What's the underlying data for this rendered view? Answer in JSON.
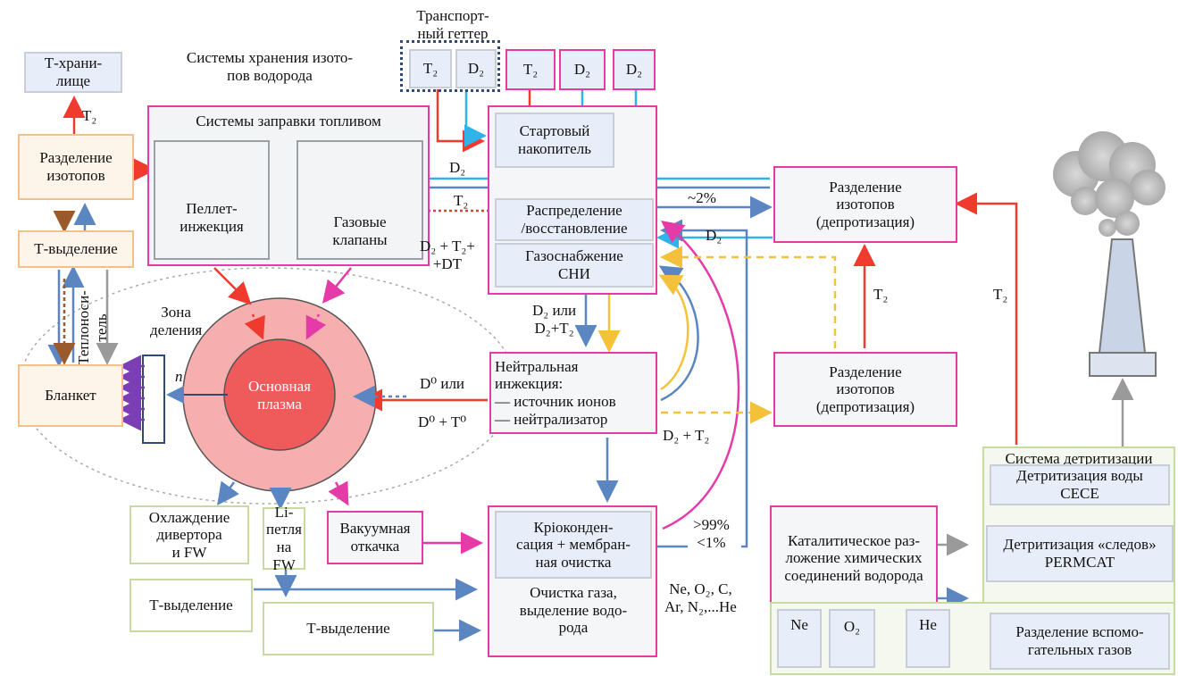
{
  "boxes": {
    "t_storage": "Т-храни-\nлище",
    "isotope_sep_left": "Разделение\nизотопов",
    "t_release_top": "Т-выделение",
    "blanket": "Бланкет",
    "fuel_system_title": "Системы заправки топливом",
    "pellet": "Пеллет-\nинжекция",
    "gas_valves": "Газовые\nклапаны",
    "getter_t2": "T₂",
    "getter_d2": "D₂",
    "src_t2": "T₂",
    "src_d2_a": "D₂",
    "src_d2_b": "D₂",
    "start_store": "Стартовый\nнакопитель",
    "distribution": "Распределение\n/восстановление",
    "gas_supply": "Газоснабжение\nСНИ",
    "neutral_inj": "Нейтральная\nинжекция:\n— источник ионов\n— нейтрализатор",
    "isotope_sep_top": "Разделение\nизотопов\n(депротизация)",
    "isotope_sep_mid": "Разделение\nизотопов\n(депротизация)",
    "divertor_cool": "Охлаждение\nдивертора\nи FW",
    "li_loop": "Li-\nпетля\nна FW",
    "vacuum": "Вакуумная\nоткачка",
    "t_release_bl": "Т-выделение",
    "t_release_bm": "Т-выделение",
    "cryo": "Крioконден-\nсация + мембран-\nная очистка",
    "gas_clean": "Очистка газа,\nвыделение водо-\nрода",
    "catalytic": "Каталитическое раз-\nложение химических\nсоединений водорода",
    "detrit_title": "Система детритизации",
    "water_detrit": "Детритизация воды\nCECE",
    "trace_detrit": "Детритизация «следов»\nPERMCAT",
    "aux_sep": "Разделение вспомо-\nгательных газов",
    "ne": "Ne",
    "o2": "O₂",
    "he": "He",
    "core_plasma": "Основная\nплазма"
  },
  "labels": {
    "storage_systems": "Системы хранения изото-\nпов водорода",
    "transport_getter": "Транспорт-\nный геттер",
    "t2_up": "T₂",
    "heat_carrier": "Теплоноси-\nтель",
    "fission_zone": "Зона\nделения",
    "n": "n",
    "d2_start": "D₂",
    "t2_pellet": "T₂",
    "d2t2dt": "D₂ + T₂+\n+DT",
    "two_pct": "~2%",
    "d2_back": "D₂",
    "t2_mid": "T₂",
    "t2_right": "T₂",
    "d2_or": "D₂ или\nD₂+T₂",
    "d0_or": "D⁰ или",
    "d0t0": "D⁰ + T⁰",
    "d2t2": "D₂ + T₂",
    "pct99": ">99%\n<1%",
    "impurities": "Ne, O₂, C,\nAr, N₂,...He"
  },
  "colors": {
    "red": "#ef3a2d",
    "cyan": "#2fb3e8",
    "steel": "#5b86c1",
    "pink": "#e53aa8",
    "gold": "#f4c23a",
    "brown": "#9a5a2c",
    "gray": "#9a9a9a"
  }
}
